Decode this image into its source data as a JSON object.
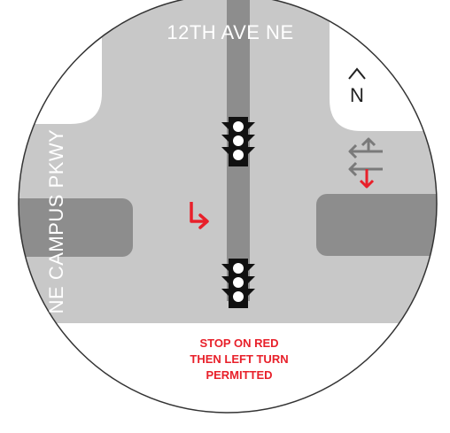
{
  "streets": {
    "north_south": "12TH AVE NE",
    "east_west": "NE CAMPUS PKWY"
  },
  "compass": {
    "letter": "N",
    "icon": "north-arrow-icon"
  },
  "signal_rule": {
    "lines": [
      "STOP ON RED",
      "THEN LEFT TURN",
      "PERMITTED"
    ]
  },
  "colors": {
    "road": "#c8c8c8",
    "median": "#8d8d8d",
    "accent_red": "#e8202a",
    "signal": "#111111",
    "circle_outline": "#333333"
  },
  "icons": {
    "signals": [
      "traffic-signal-icon",
      "traffic-signal-icon"
    ],
    "turn_arrow": "left-turn-arrow-icon",
    "lane_arrows": "lane-direction-arrows-icon"
  }
}
